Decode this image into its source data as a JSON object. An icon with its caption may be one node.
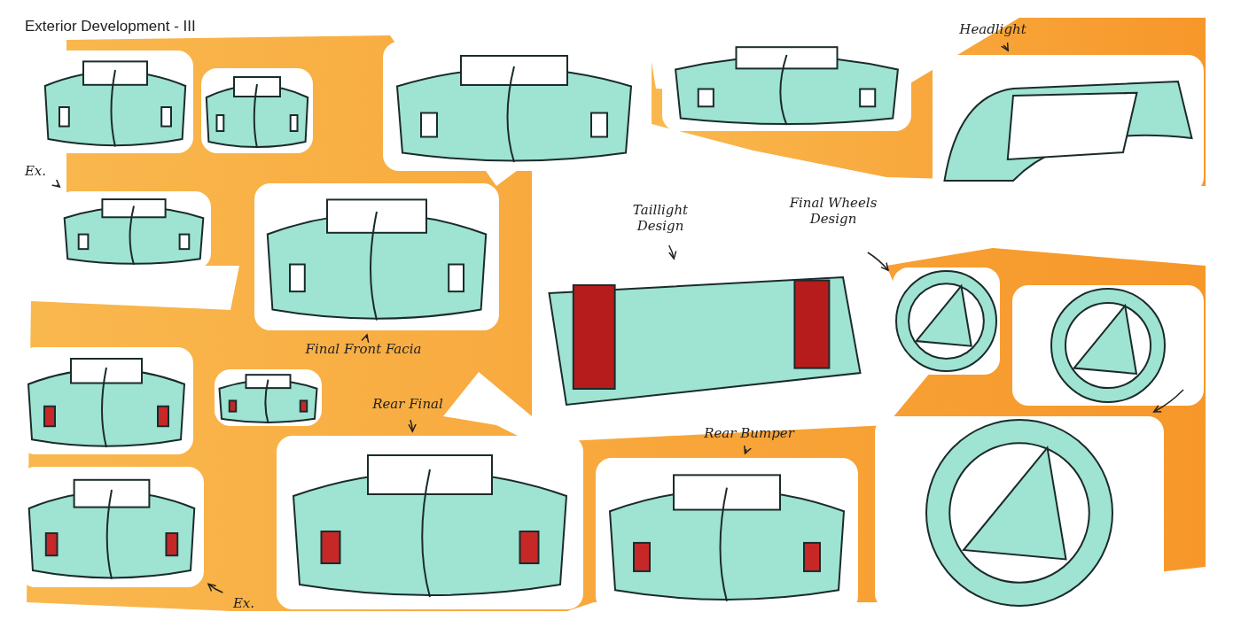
{
  "diagram": {
    "title": "Exterior Development - III",
    "nodes": [
      {
        "text": [
          "Headlight"
        ]
      },
      {
        "text": [],
        "shape": "picture"
      },
      {
        "text": [
          "Ex."
        ]
      },
      {
        "text": [],
        "shape": "picture"
      },
      {
        "text": [
          "Taillight Design"
        ]
      },
      {
        "text": [],
        "shape": "picture"
      },
      {
        "text": [
          "Final Wheels Design"
        ]
      },
      {
        "text": [],
        "shape": "picture"
      },
      {
        "text": [
          "Final Front Facia"
        ]
      },
      {
        "text": [],
        "shape": "picture"
      },
      {
        "text": [
          "Rear Final"
        ]
      },
      {
        "text": [],
        "shape": "picture"
      },
      {
        "text": [
          "Rear Bumper"
        ]
      },
      {
        "text": [],
        "shape": "picture"
      },
      {
        "text": [
          "Ex."
        ]
      },
      {
        "text": [],
        "shape": "picture"
      },
      {
        "text": [],
        "shape": "picture"
      }
    ],
    "edges": [
      {
        "from": 0,
        "to": 1,
        "arrow": "to"
      },
      {
        "from": 2,
        "to": 3,
        "arrow": "to"
      },
      {
        "from": 4,
        "to": 5,
        "arrow": "to"
      },
      {
        "from": 6,
        "to": 7,
        "arrow": "to"
      },
      {
        "from": 8,
        "to": 9,
        "arrow": "to"
      },
      {
        "from": 10,
        "to": 11,
        "arrow": "to"
      },
      {
        "from": 12,
        "to": 13,
        "arrow": "to"
      },
      {
        "from": 14,
        "to": 15,
        "arrow": "to"
      },
      {
        "from": null,
        "to": 16,
        "arrow": "to"
      }
    ]
  }
}
